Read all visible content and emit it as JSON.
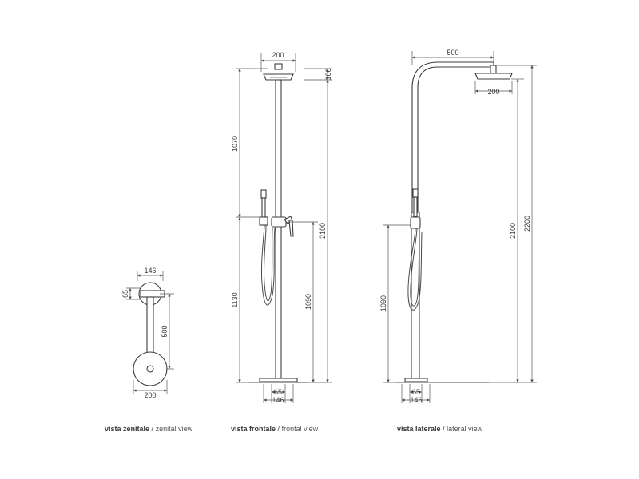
{
  "views": [
    {
      "id": "zenital",
      "caption_it": "vista zenitale",
      "caption_en": "zenital view",
      "dims": {
        "top_width": "146",
        "small_height": "65",
        "arm_length": "500",
        "base_width": "200"
      }
    },
    {
      "id": "frontal",
      "caption_it": "vista frontale",
      "caption_en": "frontal view",
      "dims": {
        "head_width": "200",
        "head_height": "100",
        "upper_height": "1070",
        "lower_height": "1130",
        "total_height": "2100",
        "mixer_height": "1090",
        "base_inner": "65",
        "base_outer": "146"
      }
    },
    {
      "id": "lateral",
      "caption_it": "vista laterale",
      "caption_en": "lateral view",
      "dims": {
        "arm_reach": "500",
        "head_width": "200",
        "mixer_height": "1090",
        "height_2100": "2100",
        "height_2200": "2200",
        "base_inner": "65",
        "base_outer": "146"
      }
    }
  ],
  "separator": "/"
}
